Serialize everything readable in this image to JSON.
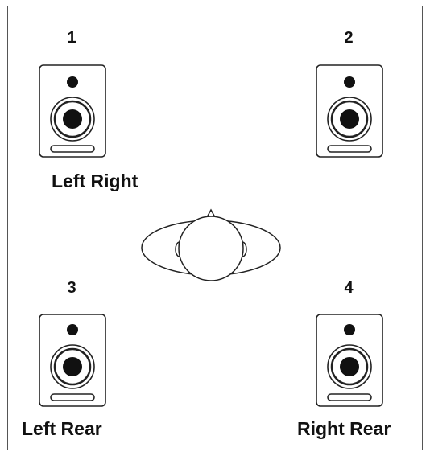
{
  "speakers": [
    {
      "number": "1"
    },
    {
      "number": "2"
    },
    {
      "number": "3"
    },
    {
      "number": "4"
    }
  ],
  "labels": {
    "front": "Left Right",
    "left_rear": "Left Rear",
    "right_rear": "Right Rear"
  },
  "colors": {
    "line": "#222222",
    "fill_dark": "#111111",
    "frame": "#555555"
  }
}
